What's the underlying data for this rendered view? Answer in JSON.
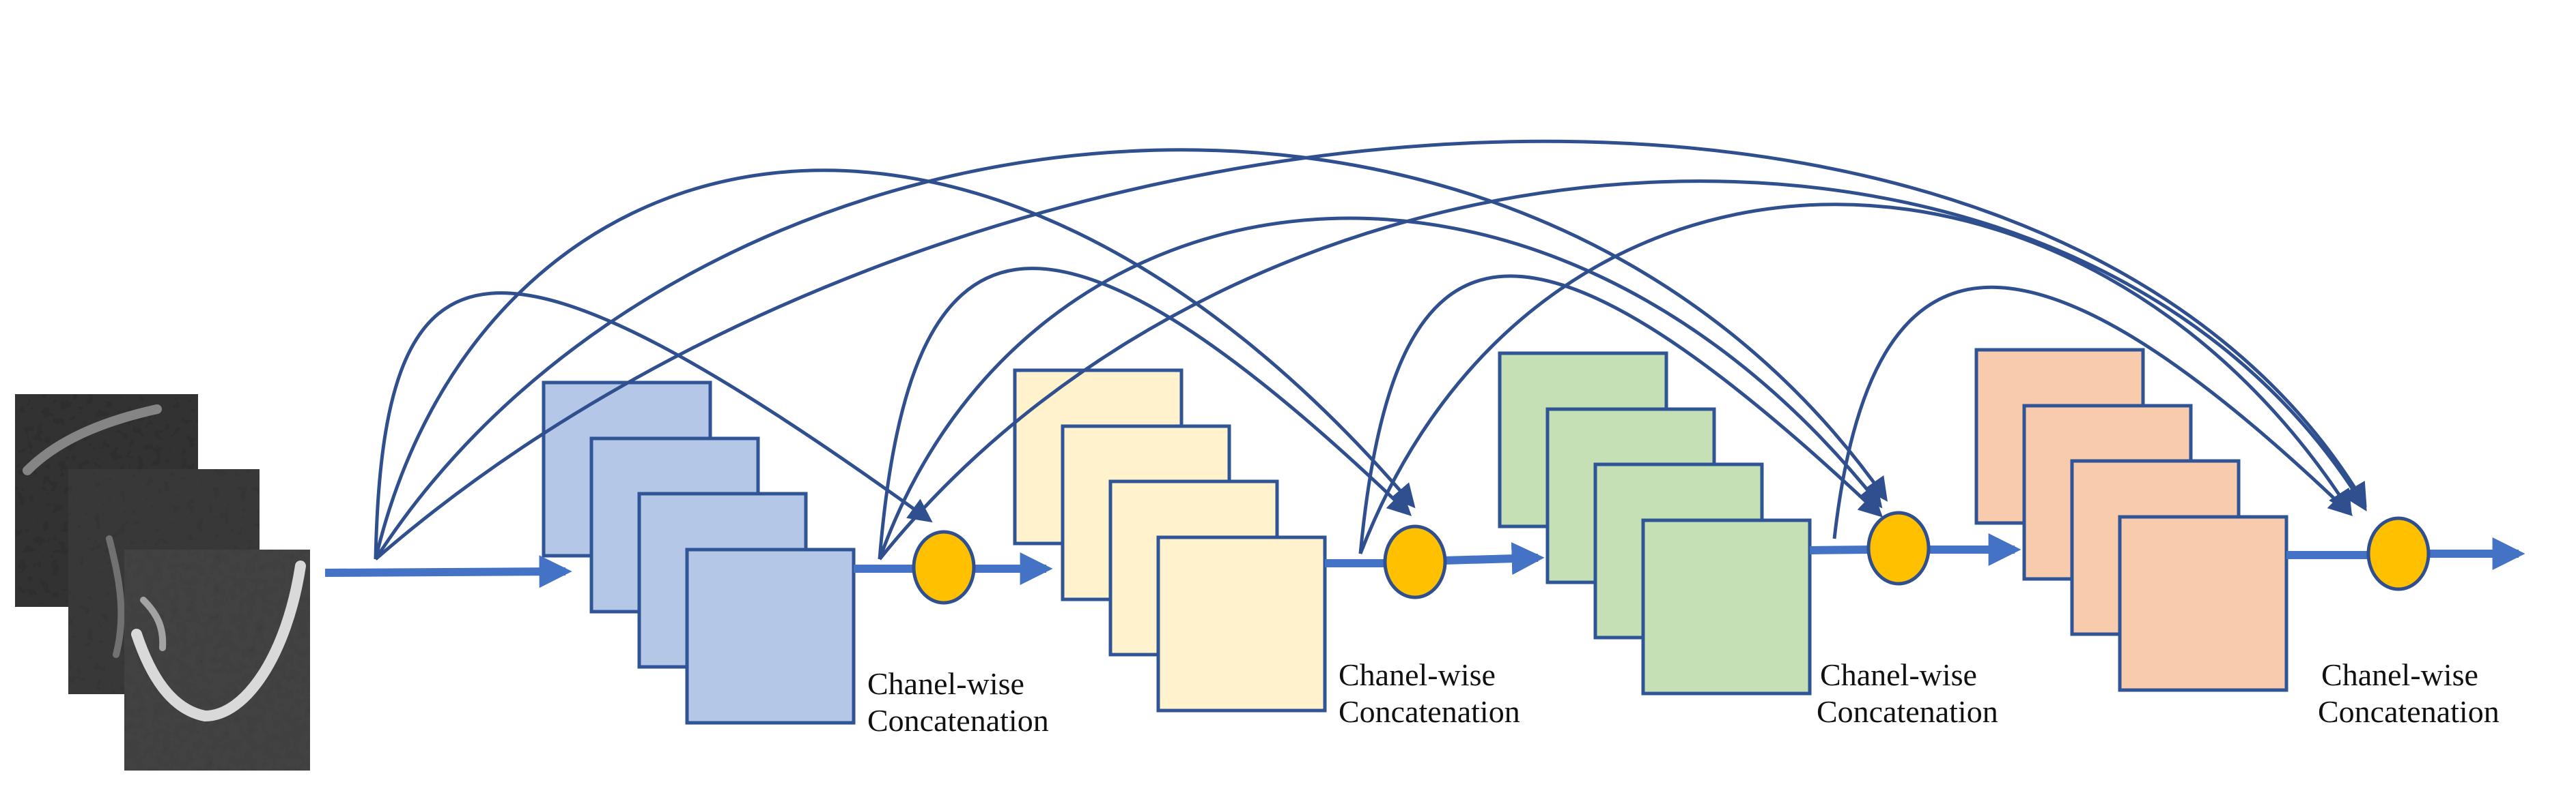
{
  "colors": {
    "arrow": "#4472C4",
    "skip_arrow": "#2F4F8F",
    "node_fill": "#FFC000",
    "node_stroke": "#2F4F8F",
    "block1_fill": "#B4C7E7",
    "block2_fill": "#FFF2CC",
    "block3_fill": "#C5E0B4",
    "block4_fill": "#F8CBAD",
    "block_stroke": "#2F5597"
  },
  "blocks": [
    {
      "name": "dense-block-1",
      "color_key": "block1_fill"
    },
    {
      "name": "dense-block-2",
      "color_key": "block2_fill"
    },
    {
      "name": "dense-block-3",
      "color_key": "block3_fill"
    },
    {
      "name": "dense-block-4",
      "color_key": "block4_fill"
    }
  ],
  "concat_labels": [
    {
      "line1": "Chanel-wise",
      "line2": "Concatenation"
    },
    {
      "line1": "Chanel-wise",
      "line2": "Concatenation"
    },
    {
      "line1": "Chanel-wise",
      "line2": "Concatenation"
    },
    {
      "line1": "Chanel-wise",
      "line2": "Concatenation"
    }
  ],
  "input_image_icon": "grayscale-image-stack"
}
